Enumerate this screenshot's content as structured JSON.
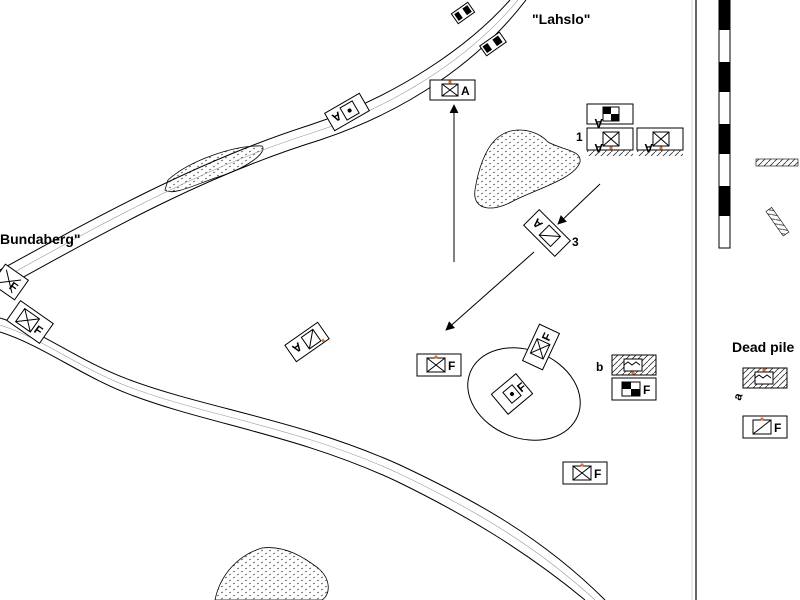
{
  "places": {
    "lahslo": "\"Lahslo\"",
    "bundaberg": "Bundaberg\""
  },
  "legend": {
    "title": "Dead pile",
    "marker_a": "a"
  },
  "markers": {
    "one": "1",
    "three": "3",
    "b": "b"
  },
  "unit_letters": {
    "a": "A",
    "f": "F"
  },
  "colors": {
    "ink": "#000000",
    "accent": "#e07030",
    "hatch": "#555555",
    "road_inner": "#999999"
  },
  "icons": [
    "house-icon",
    "unit-counter-icon",
    "arrow-icon",
    "scale-bar-icon"
  ]
}
